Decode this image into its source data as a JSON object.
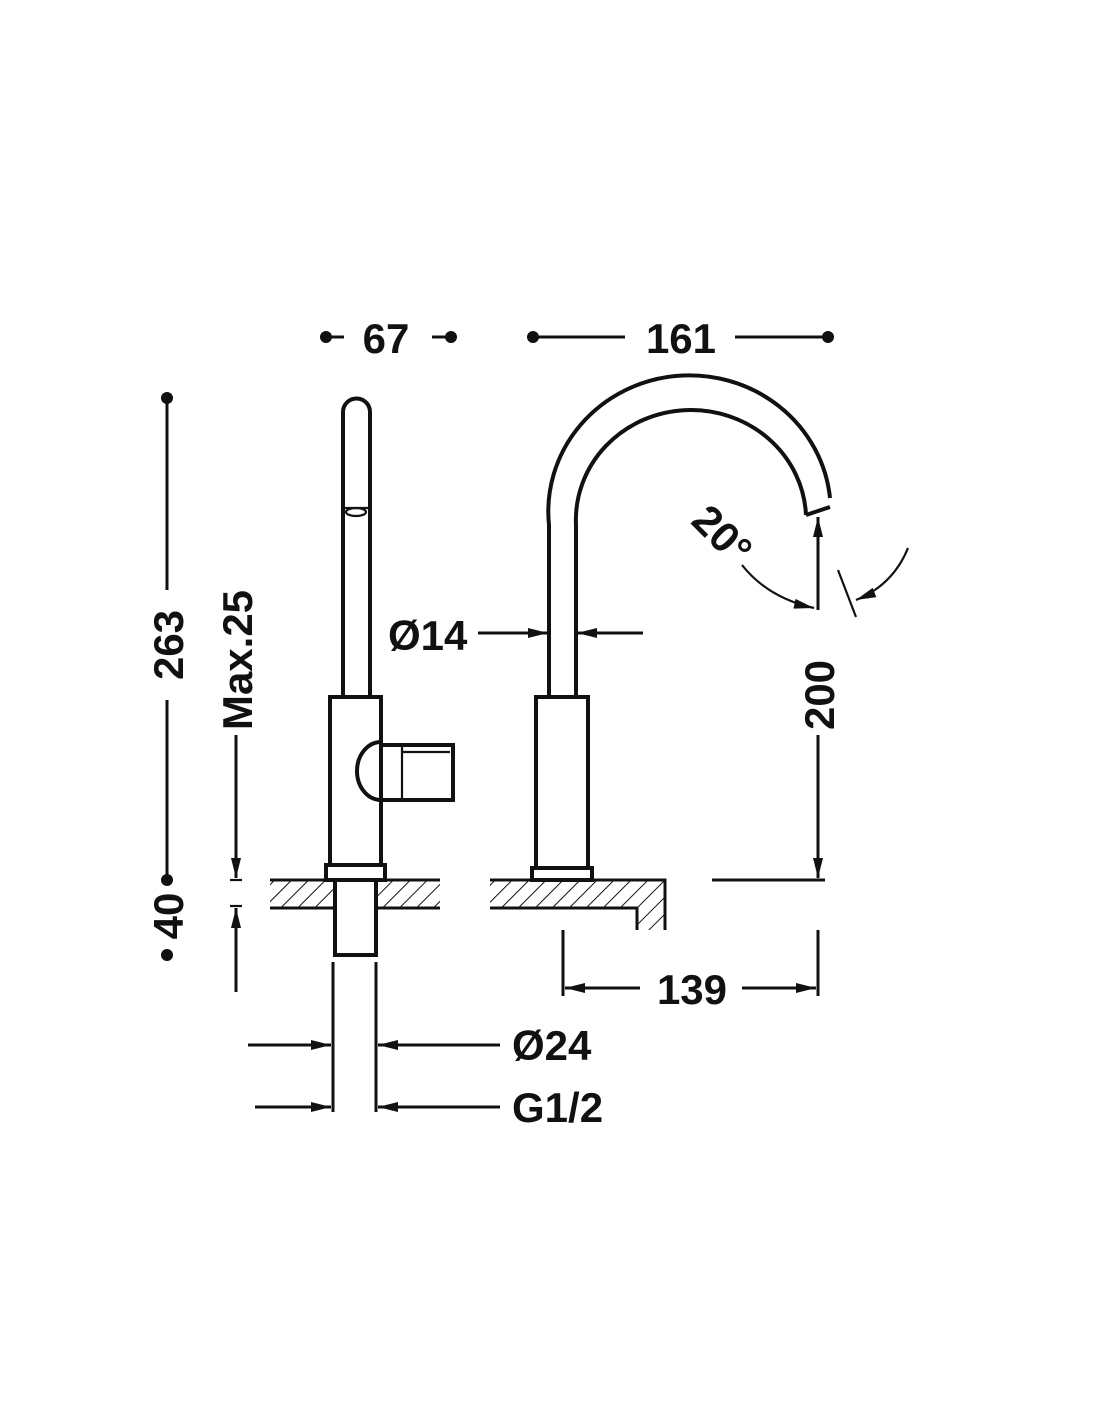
{
  "drawing": {
    "type": "faucet dimension drawing",
    "line_color": "#111111",
    "background": "#ffffff",
    "dimensions": {
      "lever_width": "67",
      "spout_reach": "161",
      "total_height": "263",
      "max_deck_thickness": "Max.25",
      "below_deck": "40",
      "tube_diameter": "Ø14",
      "spout_height": "200",
      "swivel_angle": "20°",
      "base_to_outlet": "139",
      "shank_diameter": "Ø24",
      "thread": "G1/2"
    }
  }
}
